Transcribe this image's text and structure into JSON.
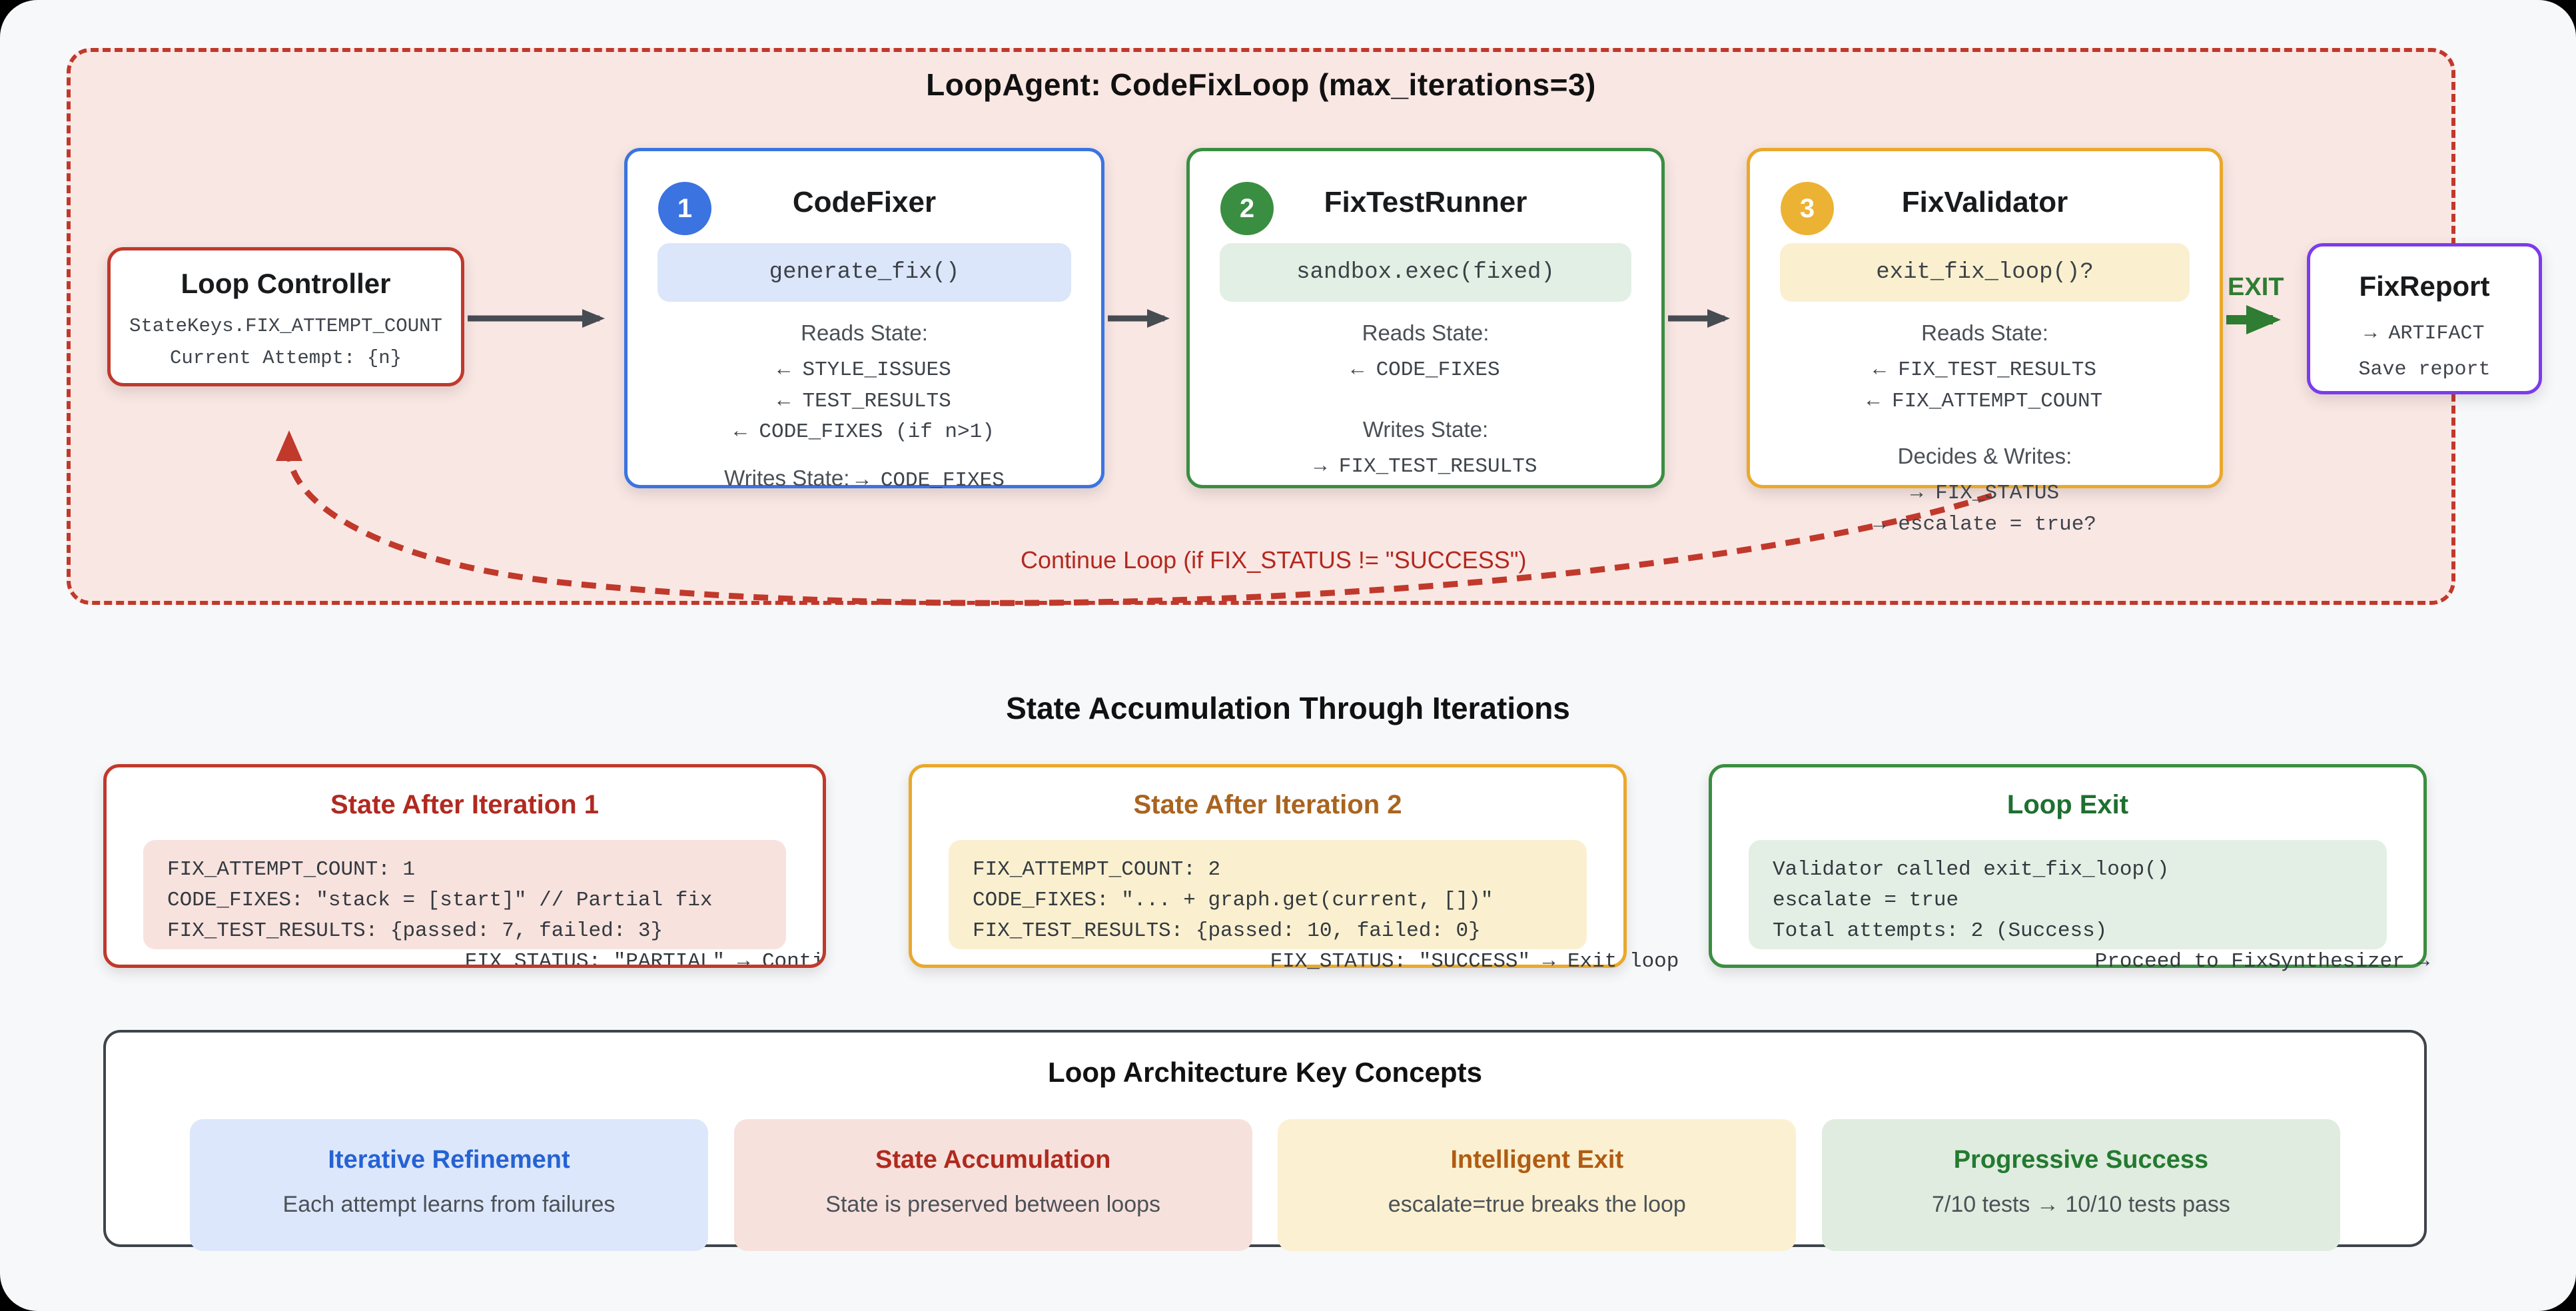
{
  "loop": {
    "title": "LoopAgent: CodeFixLoop (max_iterations=3)",
    "controller": {
      "title": "Loop Controller",
      "lines": "StateKeys.FIX_ATTEMPT_COUNT\nCurrent Attempt: {n}"
    },
    "agents": {
      "0": {
        "badge": "1",
        "name": "CodeFixer",
        "pill": "generate_fix()",
        "reads_label": "Reads State:",
        "reads": "← STYLE_ISSUES\n← TEST_RESULTS\n← CODE_FIXES (if n>1)",
        "writes_label": "Writes State:",
        "writes_inline": "→ CODE_FIXES"
      },
      "1": {
        "badge": "2",
        "name": "FixTestRunner",
        "pill": "sandbox.exec(fixed)",
        "reads_label": "Reads State:",
        "reads": "← CODE_FIXES",
        "writes_label": "Writes State:",
        "writes": "→ FIX_TEST_RESULTS"
      },
      "2": {
        "badge": "3",
        "name": "FixValidator",
        "pill": "exit_fix_loop()?",
        "reads_label": "Reads State:",
        "reads": "← FIX_TEST_RESULTS\n← FIX_ATTEMPT_COUNT",
        "writes_label": "Decides & Writes:",
        "writes": "→ FIX_STATUS\n→ escalate = true?"
      }
    },
    "exit_label": "EXIT",
    "report": {
      "title": "FixReport",
      "lines": "→ ARTIFACT\nSave report"
    },
    "continue_label": "Continue Loop (if FIX_STATUS != \"SUCCESS\")"
  },
  "state_section": {
    "title": "State Accumulation Through Iterations",
    "cards": {
      "0": {
        "title": "State After Iteration 1",
        "code": "FIX_ATTEMPT_COUNT: 1\nCODE_FIXES: \"stack = [start]\" // Partial fix\nFIX_TEST_RESULTS: {passed: 7, failed: 3}\n                        FIX_STATUS: \"PARTIAL\" → Continue loop"
      },
      "1": {
        "title": "State After Iteration 2",
        "code": "FIX_ATTEMPT_COUNT: 2\nCODE_FIXES: \"... + graph.get(current, [])\"\nFIX_TEST_RESULTS: {passed: 10, failed: 0}\n                        FIX_STATUS: \"SUCCESS\" → Exit loop"
      },
      "2": {
        "title": "Loop Exit",
        "code": "Validator called exit_fix_loop()\nescalate = true\nTotal attempts: 2 (Success)\n                          Proceed to FixSynthesizer →"
      }
    }
  },
  "concepts": {
    "title": "Loop Architecture Key Concepts",
    "items": {
      "0": {
        "title": "Iterative Refinement",
        "subtitle": "Each attempt learns from failures"
      },
      "1": {
        "title": "State Accumulation",
        "subtitle": "State is preserved between loops"
      },
      "2": {
        "title": "Intelligent Exit",
        "subtitle": "escalate=true breaks the loop"
      },
      "3": {
        "title": "Progressive Success",
        "subtitle": "7/10 tests → 10/10 tests pass"
      }
    }
  },
  "colors": {
    "loop_border": "#c0392b",
    "blue": "#3b74e0",
    "green": "#3a8e41",
    "amber": "#eaa92c",
    "purple": "#7c3bed",
    "exit_green": "#2e7d32",
    "arrow_dark": "#474c52"
  }
}
